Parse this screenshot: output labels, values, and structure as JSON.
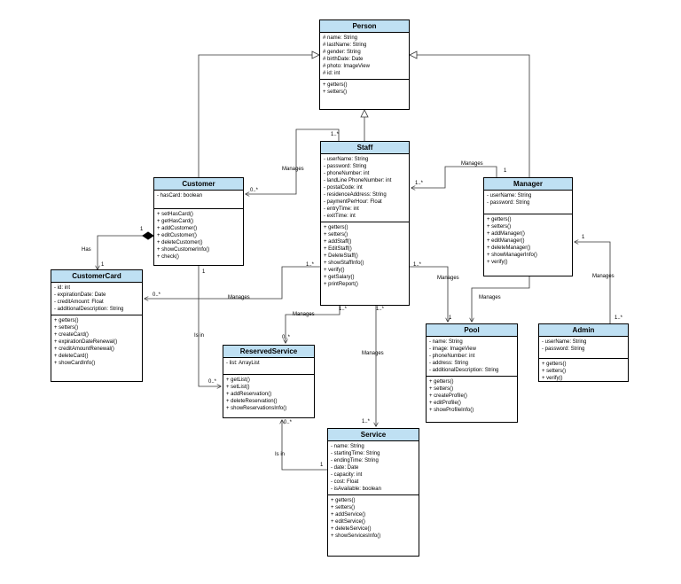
{
  "classes": {
    "person": {
      "name": "Person",
      "attributes": [
        "# name: String",
        "# lastName: String",
        "# gender: String",
        "# birthDate: Date",
        "# photo: ImageView",
        "# id: int"
      ],
      "methods": [
        "+ getters()",
        "+ setters()"
      ]
    },
    "staff": {
      "name": "Staff",
      "attributes": [
        "- userName: String",
        "- password: String",
        "- phoneNumber: int",
        "- landLine PhoneNumber: int",
        "- postalCode: int",
        "- residenceAddress: String",
        "- paymentPerHour: Float",
        "- entryTime: int",
        "- exitTime: int"
      ],
      "methods": [
        "+ getters()",
        "+ setters()",
        "+ addStaff()",
        "+ EditStaff()",
        "+ DeleteStaff()",
        "+ showStaffInfo()",
        "+ verify()",
        "+ getSalary()",
        "+ printReport()"
      ]
    },
    "customer": {
      "name": "Customer",
      "attributes": [
        "- hasCard: boolean"
      ],
      "methods": [
        "+ setHasCard()",
        "+ getHasCard()",
        "+ addCustomer()",
        "+ editCustomer()",
        "+ deleteCustomer()",
        "+ showCustomerInfo()",
        "+ check()"
      ]
    },
    "manager": {
      "name": "Manager",
      "attributes": [
        "- userName: String",
        "- password: String"
      ],
      "methods": [
        "+ getters()",
        "+ setters()",
        "+ addManager()",
        "+ editManager()",
        "+ deleteManager()",
        "+ showManagerInfo()",
        "+ verify()"
      ]
    },
    "customer_card": {
      "name": "CustomerCard",
      "attributes": [
        "- id: int",
        "- expirationDate: Date",
        "- creditAmount: Float",
        "- additionalDescription: String"
      ],
      "methods": [
        "+ getters()",
        "+ setters()",
        "+ createCard()",
        "+ expirationDateRenewal()",
        "+ creditAmountRenewal()",
        "+ deleteCard()",
        "+ showCardInfo()"
      ]
    },
    "reserved_service": {
      "name": "ReservedService",
      "attributes": [
        "- list: ArrayList"
      ],
      "methods": [
        "+ getList()",
        "+ setList()",
        "+ addReservation()",
        "+ deleteReservation()",
        "+ showReservationsInfo()"
      ]
    },
    "pool": {
      "name": "Pool",
      "attributes": [
        "- name: String",
        "- image: ImageView",
        "- phoneNumber: int",
        "- address: String",
        "- additionalDescription: String"
      ],
      "methods": [
        "+ getters()",
        "+ setters()",
        "+ createProfile()",
        "+ editProfile()",
        "+ showProfileInfo()"
      ]
    },
    "admin": {
      "name": "Admin",
      "attributes": [
        "- userName: String",
        "- password: String"
      ],
      "methods": [
        "+ getters()",
        "+ setters()",
        "+ verify()"
      ]
    },
    "service": {
      "name": "Service",
      "attributes": [
        "- name: String",
        "- startingTime: String",
        "- endingTime: String",
        "- date: Date",
        "- capacity: int",
        "- cost: Float",
        "- isAvailable: boolean"
      ],
      "methods": [
        "+ getters()",
        "+ setters()",
        "+ addService()",
        "+ editService()",
        "+ deleteService()",
        "+ showServicesInfo()"
      ]
    }
  },
  "relation_labels": {
    "has": "Has",
    "is_in": "Is in",
    "manages": "Manages"
  },
  "multiplicities": {
    "one": "1",
    "one_or_more": "1..*",
    "zero_or_more": "0..*"
  }
}
